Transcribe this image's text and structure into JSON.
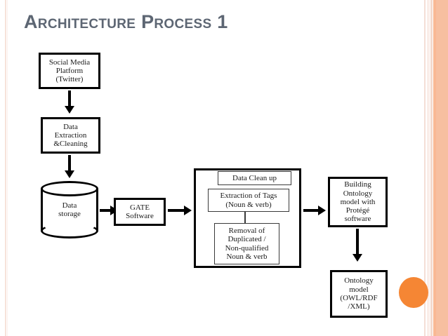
{
  "slide": {
    "title": "Architecture Process 1",
    "title_color": "#5d6673",
    "background_color": "#ffffff",
    "accent_color": "#f58634",
    "stripe_color": "#f7bfa0"
  },
  "diagram": {
    "nodes": {
      "social_media": "Social Media\nPlatform\n(Twitter)",
      "data_extraction": "Data\nExtraction\n&Cleaning",
      "data_storage": "Data\nstorage",
      "gate_software": "GATE\nSoftware",
      "data_clean_up": "Data Clean up",
      "extraction_of_tags": "Extraction of Tags\n(Noun & verb)",
      "removal_of_duplicated": "Removal of\nDuplicated /\nNon-qualified\nNoun & verb",
      "building_ontology": "Building\nOntology\nmodel with\nProtégé\nsoftware",
      "ontology_model": "Ontology\nmodel\n(OWL/RDF\n/XML)"
    }
  }
}
